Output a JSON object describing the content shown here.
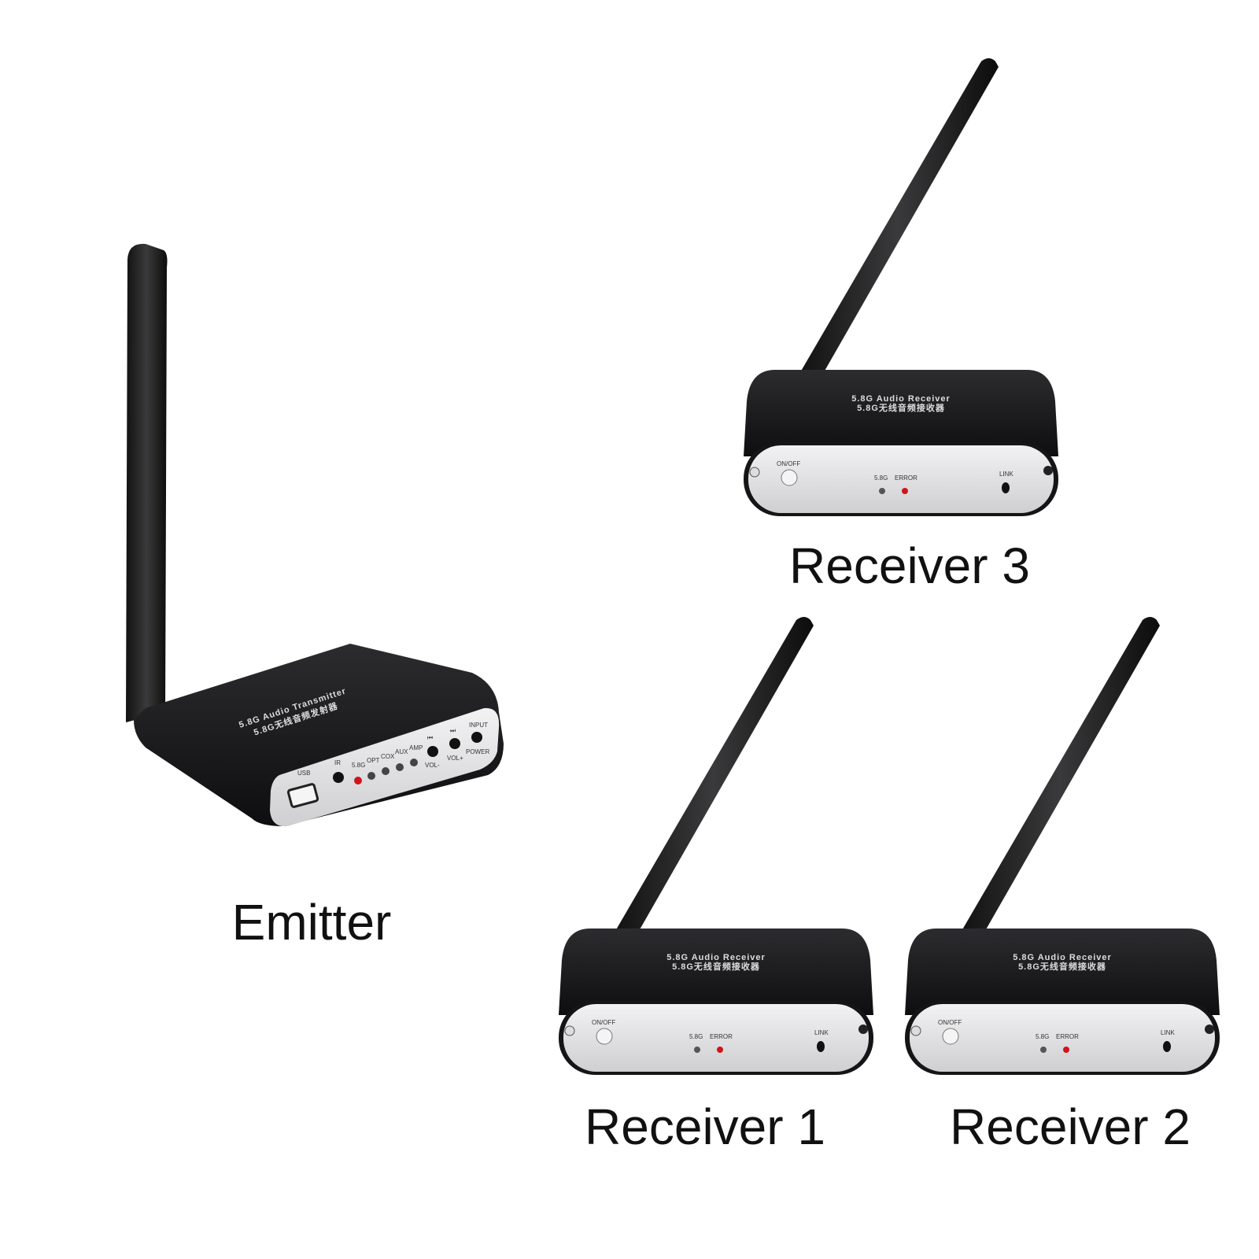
{
  "labels": {
    "emitter": "Emitter",
    "receiver3": "Receiver 3",
    "receiver1": "Receiver 1",
    "receiver2": "Receiver 2"
  },
  "emitter": {
    "title": "5.8G Audio Transmitter",
    "subtitle": "5.8G无线音频发射器",
    "panel": {
      "usb": "USB",
      "ir": "IR",
      "led_58g": "5.8G",
      "led_opt": "OPT",
      "led_cox": "COX",
      "led_aux": "AUX",
      "led_amp": "AMP",
      "prev": "⏮",
      "next": "⏭",
      "vol_minus": "VOL-",
      "vol_plus": "VOL+",
      "input": "INPUT",
      "power": "POWER"
    }
  },
  "receiver": {
    "title": "5.8G Audio Receiver",
    "subtitle": "5.8G无线音频接收器",
    "on_off": "ON/OFF",
    "led_58g": "5.8G",
    "error": "ERROR",
    "link": "LINK"
  },
  "colors": {
    "body": "#1c1c1e",
    "panel": "#e4e4e6",
    "led_red": "#d0141a"
  }
}
